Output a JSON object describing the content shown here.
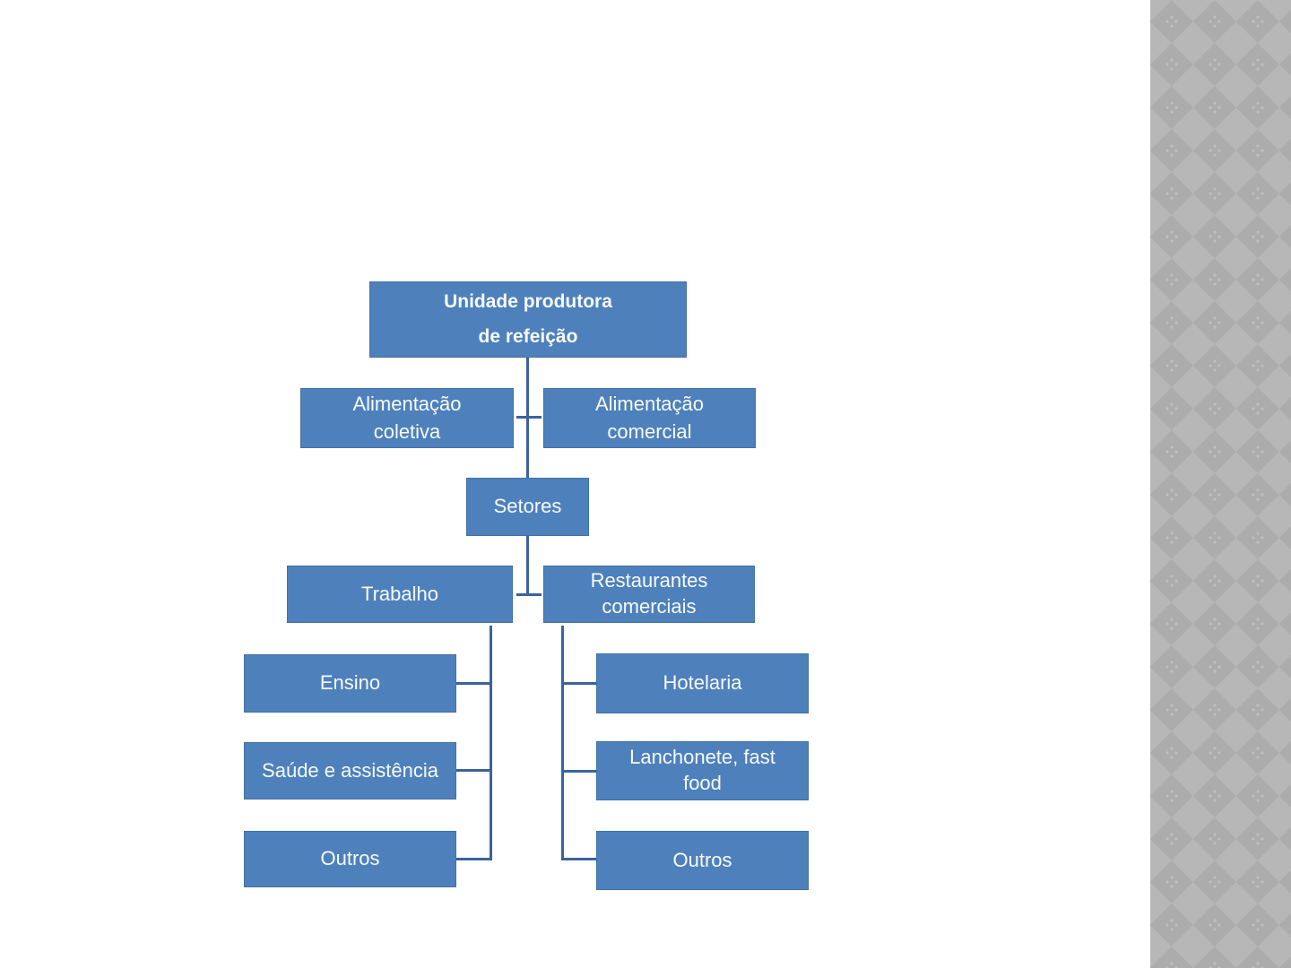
{
  "slide": {
    "background": "#ffffff",
    "node_fill": "#4e81bc",
    "node_border": "#4170a5",
    "connector_color": "#3a629e",
    "text_color": "#f8fafc",
    "sidebar_base": "#acacac",
    "sidebar_light": "#b7b7b7",
    "sidebar_dot": "#bfbfbf"
  },
  "diagram": {
    "root": {
      "lines": [
        "Unidade produtora",
        "de refeição"
      ]
    },
    "alimentacao_coletiva": {
      "lines": [
        "Alimentação",
        "coletiva"
      ]
    },
    "alimentacao_comercial": {
      "lines": [
        "Alimentação",
        "comercial"
      ]
    },
    "setores": {
      "lines": [
        "Setores"
      ]
    },
    "trabalho": {
      "lines": [
        "Trabalho"
      ]
    },
    "restaurantes_comerciais": {
      "lines": [
        "Restaurantes",
        "comerciais"
      ]
    },
    "ensino": {
      "lines": [
        "Ensino"
      ]
    },
    "saude_assistencia": {
      "lines": [
        "Saúde e assistência"
      ]
    },
    "outros_trabalho": {
      "lines": [
        "Outros"
      ]
    },
    "hotelaria": {
      "lines": [
        "Hotelaria"
      ]
    },
    "lanchonete_fast_food": {
      "lines": [
        "Lanchonete, fast",
        "food"
      ]
    },
    "outros_restaurantes": {
      "lines": [
        "Outros"
      ]
    }
  }
}
